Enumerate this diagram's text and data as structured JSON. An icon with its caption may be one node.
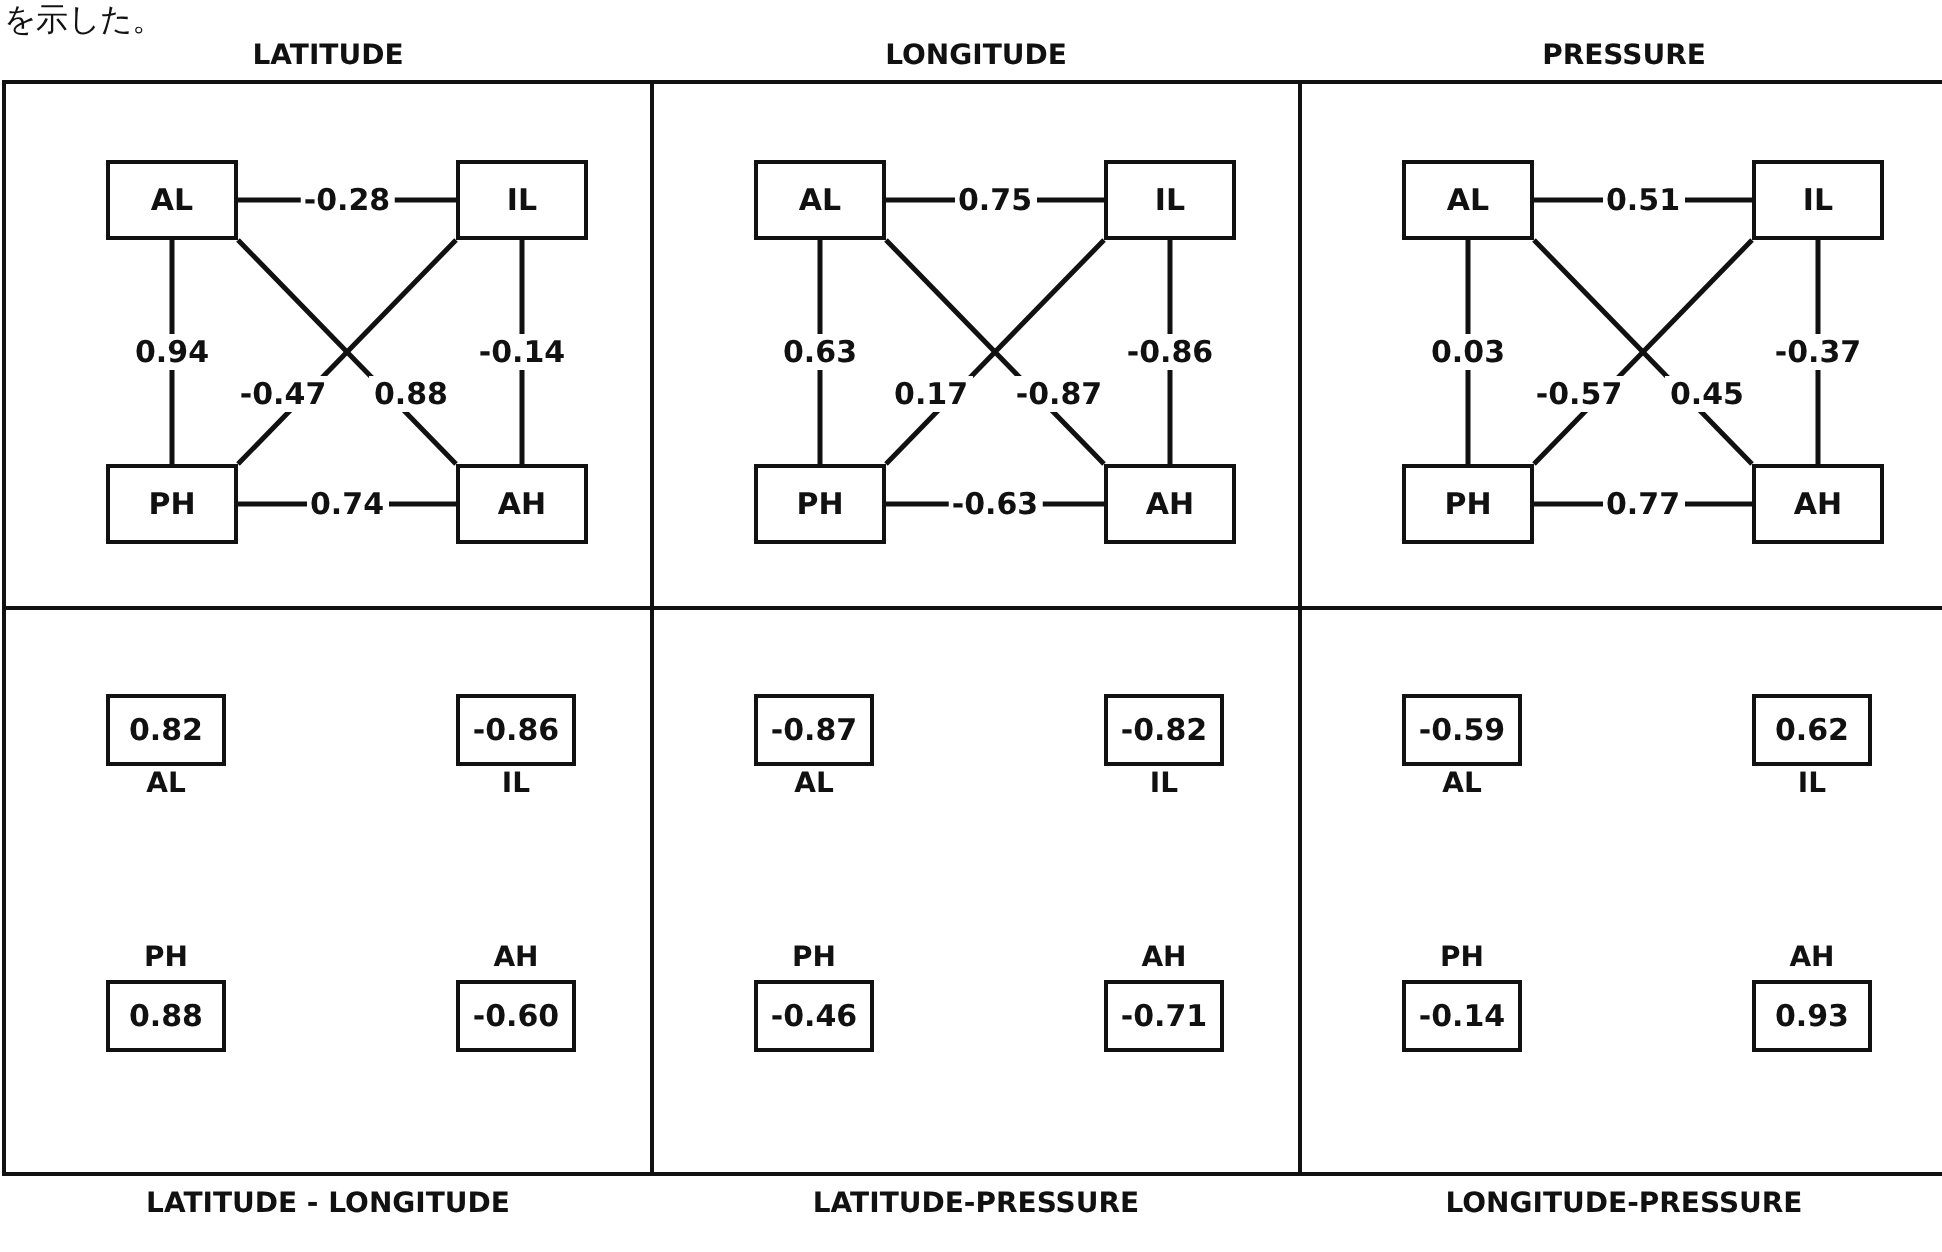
{
  "diagram": {
    "nodes": [
      {
        "text": [
          "LATITUDE"
        ]
      },
      {
        "text": [
          "AL"
        ],
        "in": 0
      },
      {
        "text": [
          "IL"
        ],
        "in": 0
      },
      {
        "text": [
          "PH"
        ],
        "in": 0
      },
      {
        "text": [
          "AH"
        ],
        "in": 0
      },
      {
        "text": [
          "LONGITUDE"
        ]
      },
      {
        "text": [
          "AL"
        ],
        "in": 5
      },
      {
        "text": [
          "IL"
        ],
        "in": 5
      },
      {
        "text": [
          "PH"
        ],
        "in": 5
      },
      {
        "text": [
          "AH"
        ],
        "in": 5
      },
      {
        "text": [
          "PRESSURE"
        ]
      },
      {
        "text": [
          "AL"
        ],
        "in": 10
      },
      {
        "text": [
          "IL"
        ],
        "in": 10
      },
      {
        "text": [
          "PH"
        ],
        "in": 10
      },
      {
        "text": [
          "AH"
        ],
        "in": 10
      },
      {
        "text": [
          "LATITUDE - LONGITUDE"
        ]
      },
      {
        "text": [
          "0.82"
        ],
        "beside": [
          "AL"
        ],
        "in": 15
      },
      {
        "text": [
          "-0.86"
        ],
        "beside": [
          "IL"
        ],
        "in": 15
      },
      {
        "text": [
          "0.88"
        ],
        "beside": [
          "PH"
        ],
        "in": 15
      },
      {
        "text": [
          "-0.60"
        ],
        "beside": [
          "AH"
        ],
        "in": 15
      },
      {
        "text": [
          "LATITUDE-PRESSURE"
        ]
      },
      {
        "text": [
          "-0.87"
        ],
        "beside": [
          "AL"
        ],
        "in": 20
      },
      {
        "text": [
          "-0.82"
        ],
        "beside": [
          "IL"
        ],
        "in": 20
      },
      {
        "text": [
          "-0.46"
        ],
        "beside": [
          "PH"
        ],
        "in": 20
      },
      {
        "text": [
          "-0.71"
        ],
        "beside": [
          "AH"
        ],
        "in": 20
      },
      {
        "text": [
          "LONGITUDE-PRESSURE"
        ]
      },
      {
        "text": [
          "-0.59"
        ],
        "beside": [
          "AL"
        ],
        "in": 25
      },
      {
        "text": [
          "0.62"
        ],
        "beside": [
          "IL"
        ],
        "in": 25
      },
      {
        "text": [
          "-0.14"
        ],
        "beside": [
          "PH"
        ],
        "in": 25
      },
      {
        "text": [
          "0.93"
        ],
        "beside": [
          "AH"
        ],
        "in": 25
      }
    ],
    "edges": [
      {
        "from": 1,
        "to": 2,
        "arrow": "none",
        "label": "-0.28"
      },
      {
        "from": 1,
        "to": 3,
        "arrow": "none",
        "label": "0.94"
      },
      {
        "from": 2,
        "to": 4,
        "arrow": "none",
        "label": "-0.14"
      },
      {
        "from": 2,
        "to": 3,
        "arrow": "none",
        "label": "-0.47"
      },
      {
        "from": 1,
        "to": 4,
        "arrow": "none",
        "label": "0.88"
      },
      {
        "from": 3,
        "to": 4,
        "arrow": "none",
        "label": "0.74"
      },
      {
        "from": 6,
        "to": 7,
        "arrow": "none",
        "label": "0.75"
      },
      {
        "from": 6,
        "to": 8,
        "arrow": "none",
        "label": "0.63"
      },
      {
        "from": 7,
        "to": 9,
        "arrow": "none",
        "label": "-0.86"
      },
      {
        "from": 7,
        "to": 8,
        "arrow": "none",
        "label": "0.17"
      },
      {
        "from": 6,
        "to": 9,
        "arrow": "none",
        "label": "-0.87"
      },
      {
        "from": 8,
        "to": 9,
        "arrow": "none",
        "label": "-0.63"
      },
      {
        "from": 11,
        "to": 12,
        "arrow": "none",
        "label": "0.51"
      },
      {
        "from": 11,
        "to": 13,
        "arrow": "none",
        "label": "0.03"
      },
      {
        "from": 12,
        "to": 14,
        "arrow": "none",
        "label": "-0.37"
      },
      {
        "from": 12,
        "to": 13,
        "arrow": "none",
        "label": "-0.57"
      },
      {
        "from": 11,
        "to": 14,
        "arrow": "none",
        "label": "0.45"
      },
      {
        "from": 13,
        "to": 14,
        "arrow": "none",
        "label": "0.77"
      }
    ],
    "labels": [
      "を示した。"
    ]
  }
}
